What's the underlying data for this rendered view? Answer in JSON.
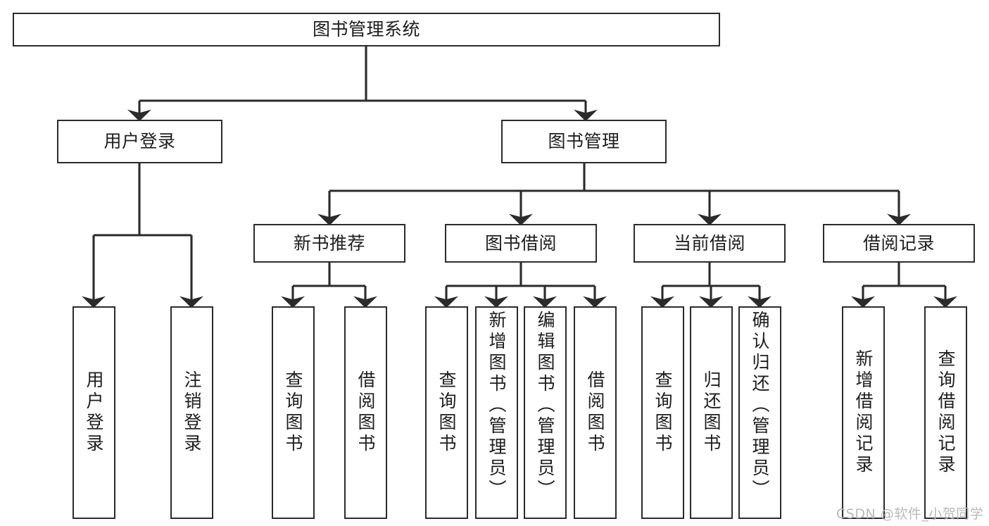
{
  "diagram": {
    "kind": "tree-hierarchy",
    "title": "图书管理系统",
    "colors": {
      "stroke": "#2b2b2b",
      "fill": "#ffffff",
      "text": "#1d1d1d",
      "watermark": "#b9b9b9",
      "background": "#ffffff"
    },
    "watermark": "CSDN @软件_小贺同学",
    "nodes": {
      "root": {
        "label": "图书管理系统"
      },
      "level2": [
        {
          "id": "user-login",
          "label": "用户登录"
        },
        {
          "id": "book-manage",
          "label": "图书管理"
        }
      ],
      "level3": [
        {
          "id": "new-book-recommend",
          "label": "新书推荐"
        },
        {
          "id": "book-borrow",
          "label": "图书借阅"
        },
        {
          "id": "current-borrow",
          "label": "当前借阅"
        },
        {
          "id": "borrow-record",
          "label": "借阅记录"
        }
      ],
      "leaves": {
        "user-login": [
          {
            "id": "leaf-user-login",
            "label": "用户登录"
          },
          {
            "id": "leaf-user-logout",
            "label": "注销登录"
          }
        ],
        "new-book-recommend": [
          {
            "id": "leaf-query-book-1",
            "label": "查询图书"
          },
          {
            "id": "leaf-borrow-book-1",
            "label": "借阅图书"
          }
        ],
        "book-borrow": [
          {
            "id": "leaf-query-book-2",
            "label": "查询图书"
          },
          {
            "id": "leaf-add-book-admin",
            "label": "新增图书（管理员）"
          },
          {
            "id": "leaf-edit-book-admin",
            "label": "编辑图书（管理员）"
          },
          {
            "id": "leaf-borrow-book-2",
            "label": "借阅图书"
          }
        ],
        "current-borrow": [
          {
            "id": "leaf-query-book-3",
            "label": "查询图书"
          },
          {
            "id": "leaf-return-book",
            "label": "归还图书"
          },
          {
            "id": "leaf-confirm-return-admin",
            "label": "确认归还（管理员）"
          }
        ],
        "borrow-record": [
          {
            "id": "leaf-add-borrow-record",
            "label": "新增借阅记录"
          },
          {
            "id": "leaf-query-borrow-record",
            "label": "查询借阅记录"
          }
        ]
      }
    }
  }
}
